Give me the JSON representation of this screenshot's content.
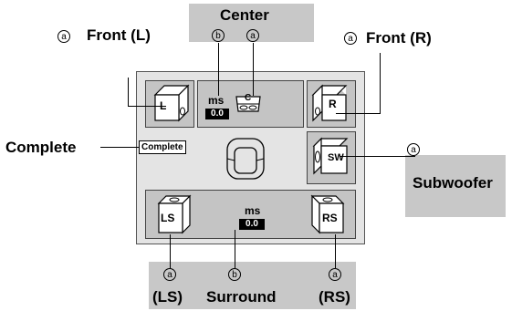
{
  "labels": {
    "center": "Center",
    "front_left": "Front (L)",
    "front_right": "Front (R)",
    "complete": "Complete",
    "subwoofer": "Subwoofer",
    "surround_left": "(LS)",
    "surround": "Surround",
    "surround_right": "(RS)"
  },
  "markers": {
    "a": "a",
    "b": "b"
  },
  "panel": {
    "front_ms": "ms",
    "front_value": "0.0",
    "rear_ms": "ms",
    "rear_value": "0.0",
    "complete_indicator": "Complete"
  },
  "speakers": {
    "front_left": "L",
    "center": "C",
    "front_right": "R",
    "subwoofer": "SW",
    "surround_left": "LS",
    "surround_right": "RS"
  }
}
